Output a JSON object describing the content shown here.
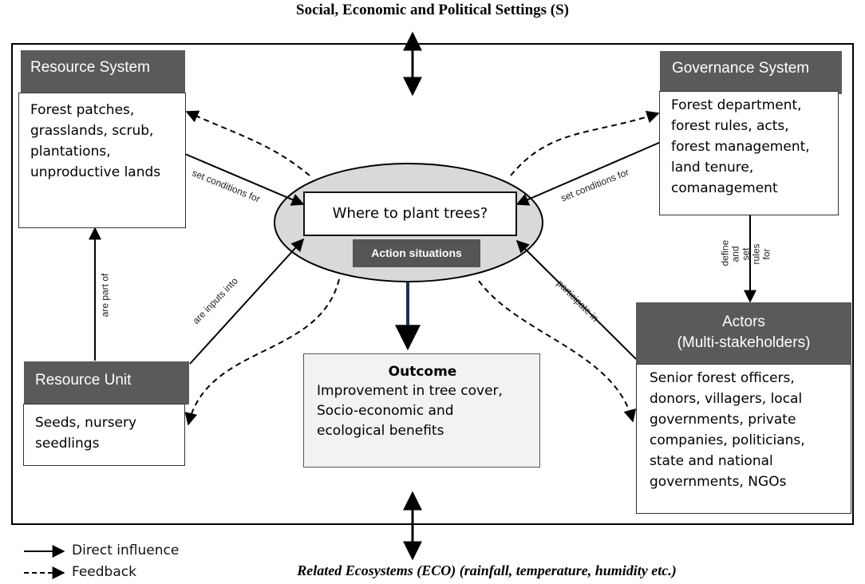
{
  "top_title": "Social, Economic and Political Settings (S)",
  "bottom_title": "Related Ecosystems (ECO) (rainfall, temperature, humidity etc.)",
  "resource_system": {
    "title": "Resource System",
    "body": "Forest patches,\ngrasslands, scrub,\nplantations,\nunproductive lands"
  },
  "governance_system": {
    "title": "Governance System",
    "body": "Forest department,\nforest rules, acts,\nforest management,\nland tenure,\ncomanagement"
  },
  "resource_unit": {
    "title": "Resource Unit",
    "body": "Seeds, nursery\nseedlings"
  },
  "actors": {
    "title_line1": "Actors",
    "title_line2": "(Multi-stakeholders)",
    "body": "Senior forest officers,\ndonors, villagers, local\ngovernments, private\ncompanies, politicians,\nstate and national\ngovernments, NGOs"
  },
  "center": {
    "question": "Where to plant trees?",
    "badge": "Action situations"
  },
  "outcome": {
    "title": "Outcome",
    "body": "Improvement in tree cover,\nSocio-economic and\necological benefits"
  },
  "edge_labels": {
    "rs_to_center": "set conditions for",
    "gs_to_center": "set conditions for",
    "ru_to_rs": "are part of",
    "ru_to_center": "are inputs into",
    "gs_to_actors": "define and set rules for",
    "actors_to_center": "participate in"
  },
  "legend": {
    "direct": "Direct influence",
    "feedback": "Feedback"
  }
}
